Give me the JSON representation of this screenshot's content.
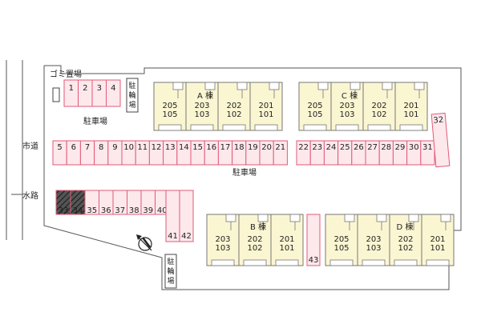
{
  "labels": {
    "garbage": "ゴミ置場",
    "bike_top": "駐輪場",
    "bike_bottom": "駐輪場",
    "parking_top": "駐車場",
    "parking_center": "駐車場",
    "city_road": "市道",
    "waterway": "水路"
  },
  "buildings": {
    "A": {
      "name": "A 棟",
      "units": [
        {
          "upper": "205",
          "lower": "105"
        },
        {
          "upper": "203",
          "lower": "103"
        },
        {
          "upper": "202",
          "lower": "102"
        },
        {
          "upper": "201",
          "lower": "101"
        }
      ]
    },
    "C": {
      "name": "C 棟",
      "units": [
        {
          "upper": "205",
          "lower": "105"
        },
        {
          "upper": "203",
          "lower": "103"
        },
        {
          "upper": "202",
          "lower": "102"
        },
        {
          "upper": "201",
          "lower": "101"
        }
      ]
    },
    "B": {
      "name": "B 棟",
      "units": [
        {
          "upper": "203",
          "lower": "103"
        },
        {
          "upper": "202",
          "lower": "102"
        },
        {
          "upper": "201",
          "lower": "101"
        }
      ]
    },
    "D": {
      "name": "D 棟",
      "units": [
        {
          "upper": "205",
          "lower": "105"
        },
        {
          "upper": "203",
          "lower": "103"
        },
        {
          "upper": "202",
          "lower": "102"
        },
        {
          "upper": "201",
          "lower": "101"
        }
      ]
    }
  },
  "parking": {
    "top_row": [
      "1",
      "2",
      "3",
      "4"
    ],
    "main_row_left": [
      "5",
      "6",
      "7",
      "8",
      "9",
      "10",
      "11",
      "12",
      "13",
      "14",
      "15",
      "16",
      "17",
      "18",
      "19",
      "20",
      "21"
    ],
    "main_row_right": [
      "22",
      "23",
      "24",
      "25",
      "26",
      "27",
      "28",
      "29",
      "30",
      "31"
    ],
    "side_space": "32",
    "hatched": [
      "33",
      "34"
    ],
    "lower_row": [
      "35",
      "36",
      "37",
      "38",
      "39",
      "40"
    ],
    "vertical_pair": [
      "41",
      "42"
    ],
    "single_space": "43"
  },
  "colors": {
    "parking_fill": "#fde8ec",
    "parking_stroke": "#e05a78",
    "building_fill": "#fbf6d2",
    "building_stroke": "#777777",
    "lot_stroke": "#555555",
    "hatch_fill": "#333333"
  },
  "icons": {
    "north": "north-arrow-icon"
  }
}
